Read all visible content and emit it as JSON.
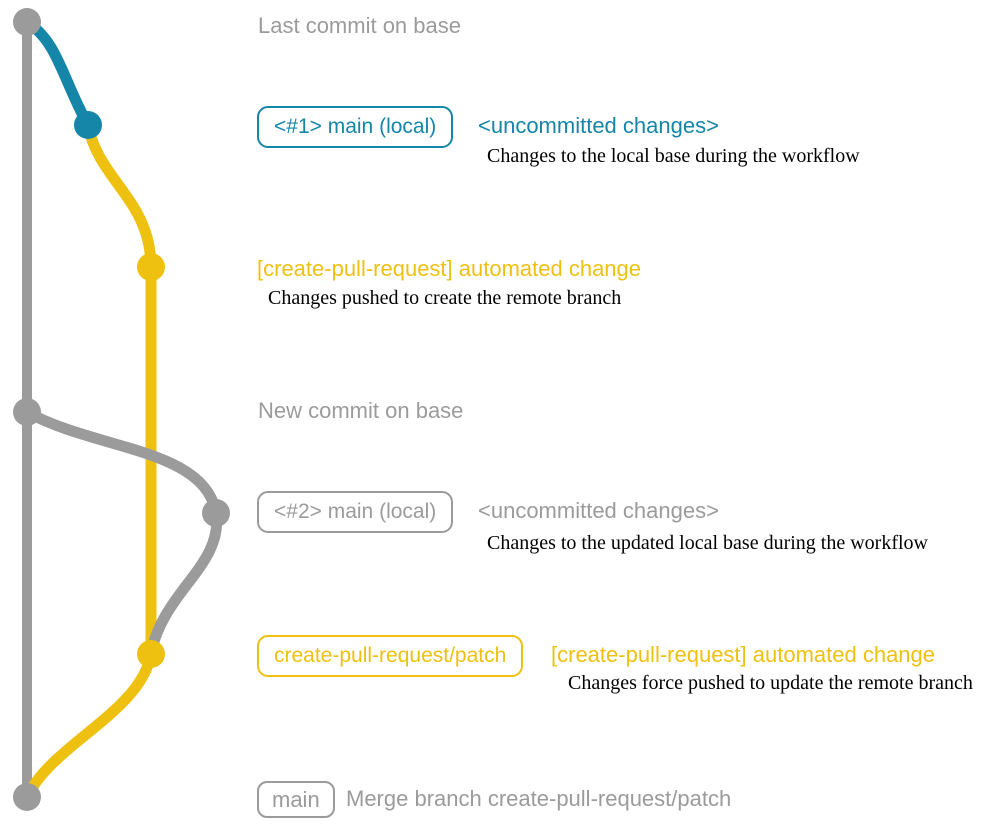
{
  "colors": {
    "teal": "#1586a8",
    "yellow": "#eec111",
    "gray": "#9b9b9b",
    "annotation": "#000000"
  },
  "headings": {
    "last_commit": "Last commit on base",
    "new_commit": "New commit on base"
  },
  "rows": {
    "local_main_1": {
      "branch_label": "<#1> main (local)",
      "status": "<uncommitted changes>",
      "note": "Changes to the local base during the workflow"
    },
    "push_1": {
      "commit_message": "[create-pull-request] automated change",
      "note": "Changes pushed to create the remote branch"
    },
    "local_main_2": {
      "branch_label": "<#2> main (local)",
      "status": "<uncommitted changes>",
      "note": "Changes to the updated local base during the workflow"
    },
    "push_2": {
      "branch_label": "create-pull-request/patch",
      "commit_message": "[create-pull-request] automated change",
      "note": "Changes force pushed to update the remote branch"
    },
    "merge": {
      "branch_label": "main",
      "commit_message": "Merge branch create-pull-request/patch"
    }
  }
}
